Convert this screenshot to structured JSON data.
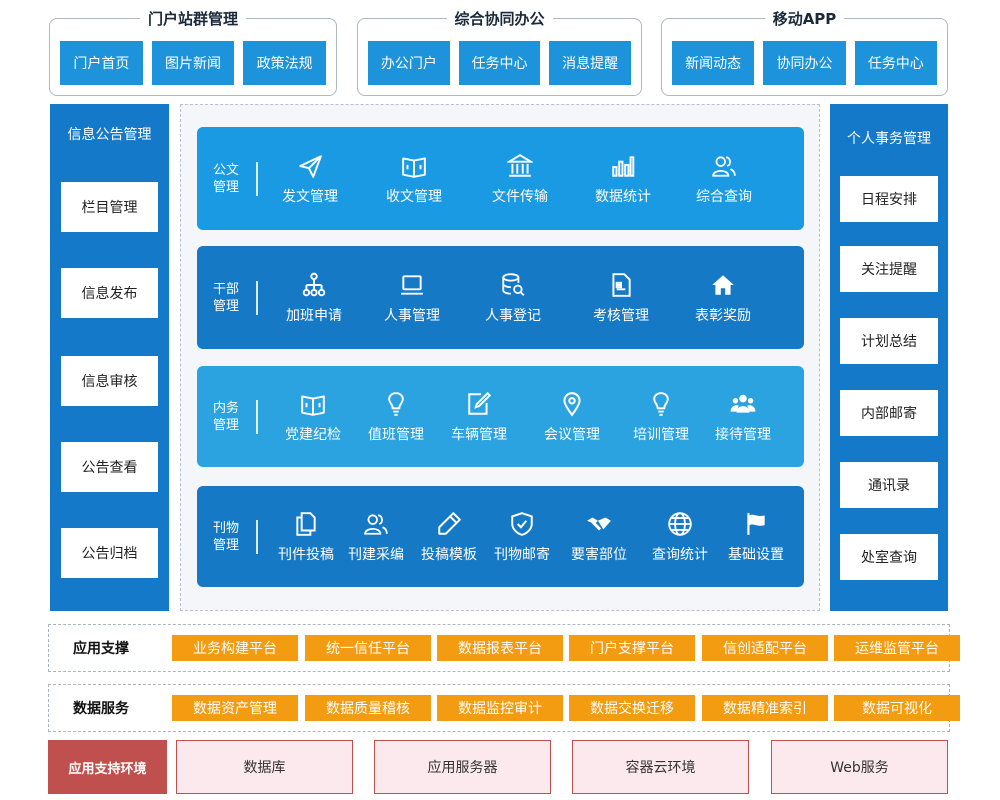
{
  "top_groups": [
    {
      "title": "门户站群管理",
      "items": [
        "门户首页",
        "图片新闻",
        "政策法规"
      ]
    },
    {
      "title": "综合协同办公",
      "items": [
        "办公门户",
        "任务中心",
        "消息提醒"
      ]
    },
    {
      "title": "移动APP",
      "items": [
        "新闻动态",
        "协同办公",
        "任务中心"
      ]
    }
  ],
  "left_column": {
    "title": "信息公告管理",
    "items": [
      "栏目管理",
      "信息发布",
      "信息审核",
      "公告查看",
      "公告归档"
    ]
  },
  "right_column": {
    "title": "个人事务管理",
    "items": [
      "日程安排",
      "关注提醒",
      "计划总结",
      "内部邮寄",
      "通讯录",
      "处室查询"
    ]
  },
  "panels": [
    {
      "label": "公文管理",
      "color": "#1a9ae3",
      "modules": [
        {
          "label": "发文管理",
          "icon": "paper-plane-icon"
        },
        {
          "label": "收文管理",
          "icon": "open-book-icon"
        },
        {
          "label": "文件传输",
          "icon": "institution-icon"
        },
        {
          "label": "数据统计",
          "icon": "bar-chart-icon"
        },
        {
          "label": "综合查询",
          "icon": "user-group-icon"
        }
      ]
    },
    {
      "label": "干部管理",
      "color": "#1679c6",
      "modules": [
        {
          "label": "加班申请",
          "icon": "org-tree-icon"
        },
        {
          "label": "人事管理",
          "icon": "laptop-icon"
        },
        {
          "label": "人事登记",
          "icon": "database-search-icon"
        },
        {
          "label": "考核管理",
          "icon": "document-icon"
        },
        {
          "label": "表彰奖励",
          "icon": "home-icon"
        }
      ]
    },
    {
      "label": "内务管理",
      "color": "#2aa3e0",
      "modules": [
        {
          "label": "党建纪检",
          "icon": "open-book-icon"
        },
        {
          "label": "值班管理",
          "icon": "lightbulb-icon"
        },
        {
          "label": "车辆管理",
          "icon": "edit-icon"
        },
        {
          "label": "会议管理",
          "icon": "location-pin-icon"
        },
        {
          "label": "培训管理",
          "icon": "lightbulb-icon"
        },
        {
          "label": "接待管理",
          "icon": "people-group-icon"
        }
      ]
    },
    {
      "label": "刊物管理",
      "color": "#1679c6",
      "modules": [
        {
          "label": "刊件投稿",
          "icon": "files-icon"
        },
        {
          "label": "刊建采编",
          "icon": "user-group-icon"
        },
        {
          "label": "投稿模板",
          "icon": "pencil-icon"
        },
        {
          "label": "刊物邮寄",
          "icon": "shield-check-icon"
        },
        {
          "label": "要害部位",
          "icon": "handshake-icon"
        },
        {
          "label": "查询统计",
          "icon": "globe-icon"
        },
        {
          "label": "基础设置",
          "icon": "flag-icon"
        }
      ]
    }
  ],
  "support_layer": {
    "title": "应用支撑",
    "items": [
      "业务构建平台",
      "统一信任平台",
      "数据报表平台",
      "门户支撑平台",
      "信创适配平台",
      "运维监管平台"
    ]
  },
  "data_layer": {
    "title": "数据服务",
    "items": [
      "数据资产管理",
      "数据质量稽核",
      "数据监控审计",
      "数据交换迁移",
      "数据精准索引",
      "数据可视化"
    ]
  },
  "env_layer": {
    "title": "应用支持环境",
    "items": [
      "数据库",
      "应用服务器",
      "容器云环境",
      "Web服务"
    ]
  },
  "colors": {
    "top_button": "#1d93dc",
    "side_column": "#1479c9",
    "tag_orange": "#f39c12",
    "env_red": "#c0504d",
    "env_item_bg": "#fce9ee"
  }
}
